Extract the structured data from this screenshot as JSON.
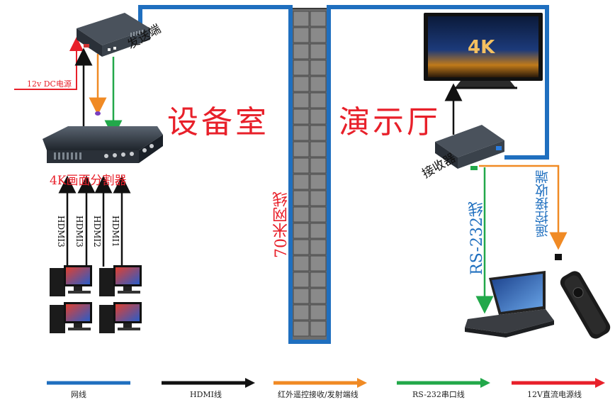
{
  "labels": {
    "equipment_room": "设备室",
    "demo_hall": "演示厅",
    "transmitter": "发送端",
    "receiver": "接收器",
    "splitter": "4K画面分割器",
    "cable_70m": "70米网线",
    "dc_power": "12v DC电源",
    "rs232": "RS-232线",
    "ir_receiver": "遥控接收端",
    "tv_badge": "4K",
    "hdmi_inputs": [
      "HDMI3",
      "HDMI3",
      "HDMI2",
      "HDMI1"
    ]
  },
  "legend": [
    {
      "label": "网线",
      "color": "#1f6fbf"
    },
    {
      "label": "HDMI线",
      "color": "#111111"
    },
    {
      "label": "红外遥控接收/发射端线",
      "color": "#f08a24"
    },
    {
      "label": "RS-232串口线",
      "color": "#22a84a"
    },
    {
      "label": "12V直流电源线",
      "color": "#e8202a"
    }
  ],
  "colors": {
    "network": "#1f6fbf",
    "hdmi": "#111111",
    "infrared": "#f08a24",
    "rs232": "#22a84a",
    "power": "#e8202a",
    "title_red": "#e8202a",
    "rs232_label_blue": "#1f6fbf"
  }
}
